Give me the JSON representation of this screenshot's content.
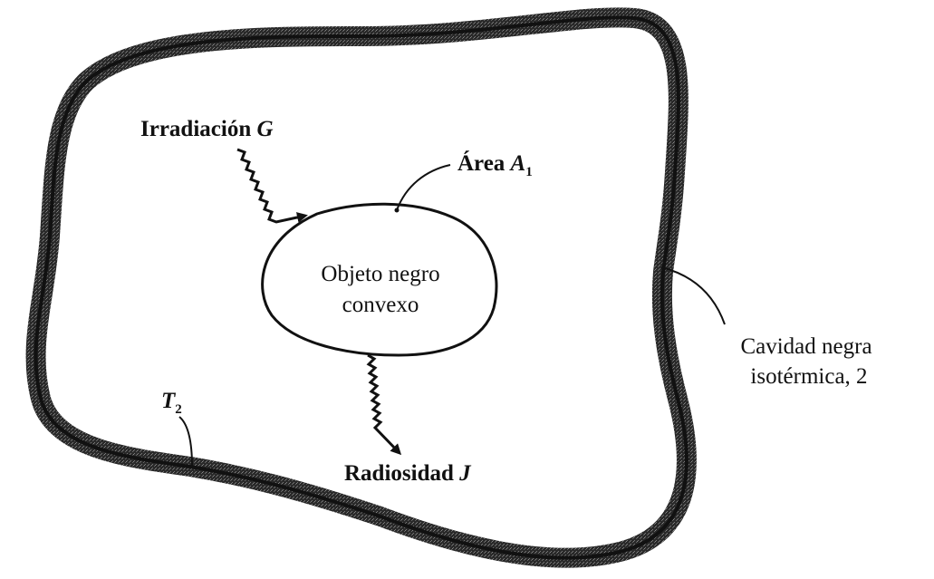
{
  "diagram": {
    "irradiation": {
      "text": "Irradiación ",
      "symbol": "G"
    },
    "area": {
      "text": "Área ",
      "symbol": "A",
      "subscript": "1"
    },
    "object": {
      "line1": "Objeto negro",
      "line2": "convexo"
    },
    "radiosity": {
      "text": "Radiosidad ",
      "symbol": "J"
    },
    "temperature": {
      "symbol": "T",
      "subscript": "2"
    },
    "cavity": {
      "line1": "Cavidad negra",
      "line2": "isotérmica, 2"
    }
  },
  "colors": {
    "wall": "#1a1a1a",
    "wall_texture": "#555555",
    "background": "#ffffff",
    "ink": "#111111"
  }
}
